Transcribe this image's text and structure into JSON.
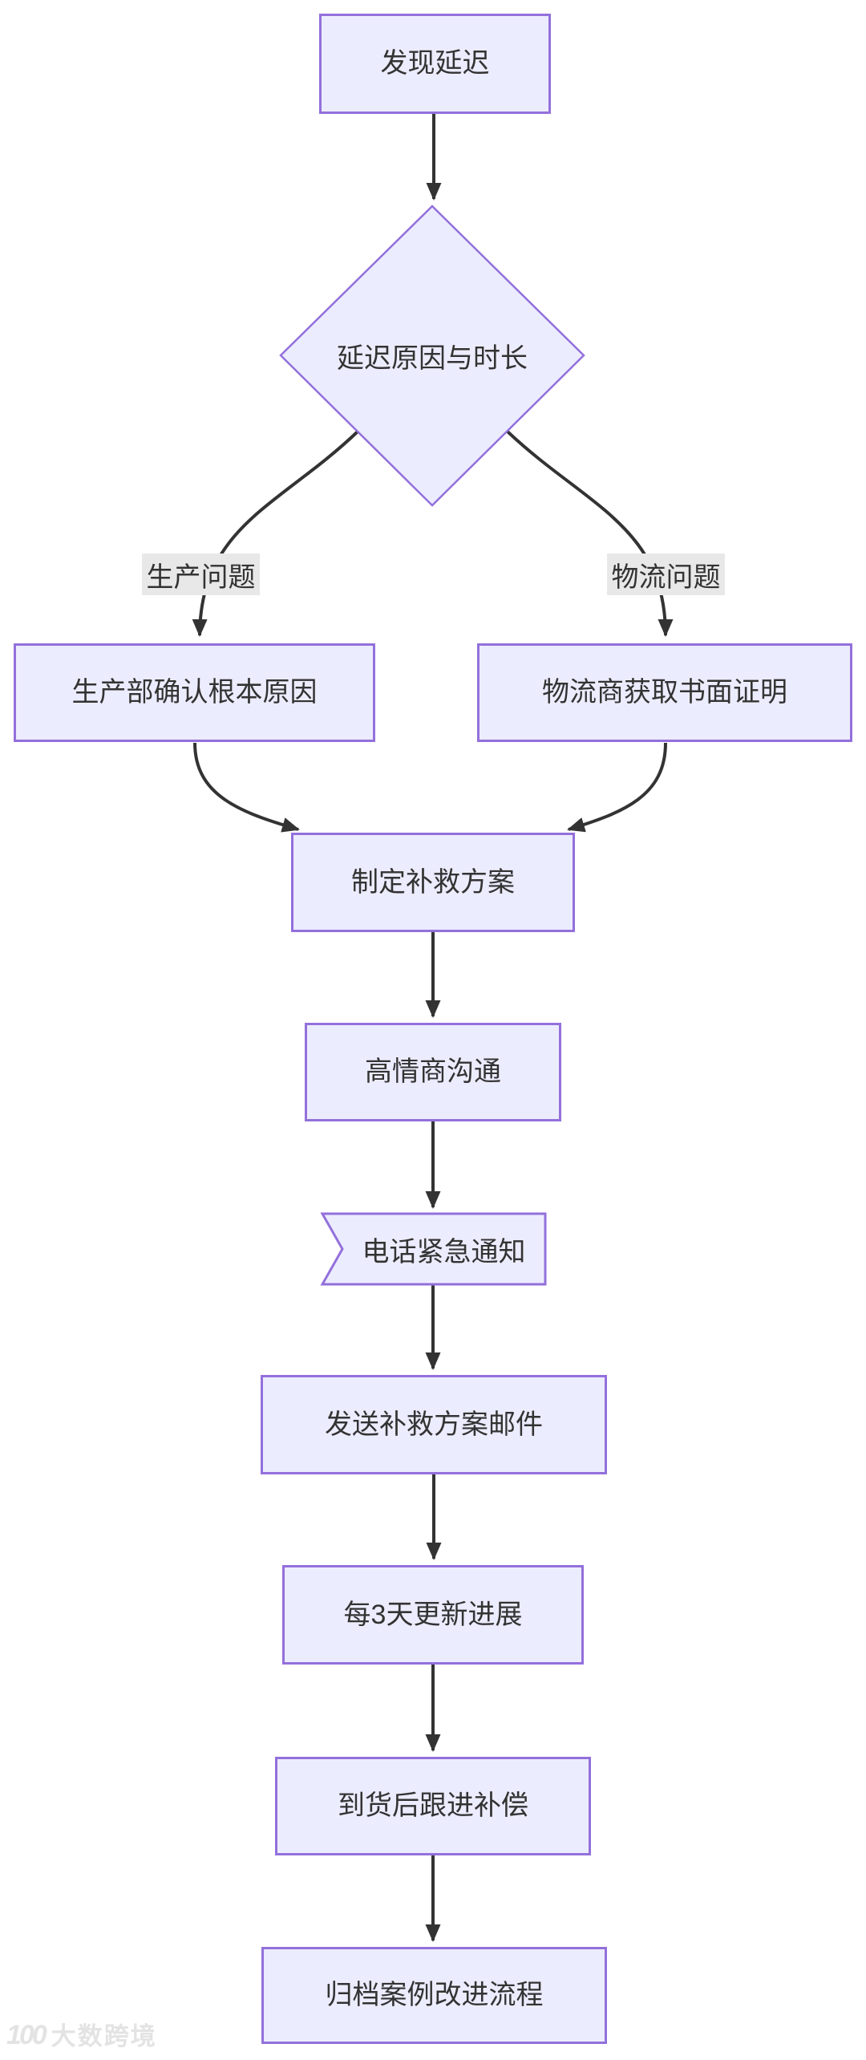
{
  "diagram": {
    "type": "flowchart",
    "direction": "top-down",
    "nodes": [
      {
        "id": "start",
        "shape": "rect",
        "label": "发现延迟"
      },
      {
        "id": "decision",
        "shape": "diamond",
        "label": "延迟原因与时长"
      },
      {
        "id": "production",
        "shape": "rect",
        "label": "生产部确认根本原因"
      },
      {
        "id": "logistics",
        "shape": "rect",
        "label": "物流商获取书面证明"
      },
      {
        "id": "plan",
        "shape": "rect",
        "label": "制定补救方案"
      },
      {
        "id": "communicate",
        "shape": "rect",
        "label": "高情商沟通"
      },
      {
        "id": "phone",
        "shape": "flag",
        "label": "电话紧急通知"
      },
      {
        "id": "email",
        "shape": "rect",
        "label": "发送补救方案邮件"
      },
      {
        "id": "update",
        "shape": "rect",
        "label": "每3天更新进展"
      },
      {
        "id": "compensate",
        "shape": "rect",
        "label": "到货后跟进补偿"
      },
      {
        "id": "archive",
        "shape": "rect",
        "label": "归档案例改进流程"
      }
    ],
    "edges": [
      {
        "from": "start",
        "to": "decision"
      },
      {
        "from": "decision",
        "to": "production",
        "label": "生产问题"
      },
      {
        "from": "decision",
        "to": "logistics",
        "label": "物流问题"
      },
      {
        "from": "production",
        "to": "plan"
      },
      {
        "from": "logistics",
        "to": "plan"
      },
      {
        "from": "plan",
        "to": "communicate"
      },
      {
        "from": "communicate",
        "to": "phone"
      },
      {
        "from": "phone",
        "to": "email"
      },
      {
        "from": "email",
        "to": "update"
      },
      {
        "from": "update",
        "to": "compensate"
      },
      {
        "from": "compensate",
        "to": "archive"
      }
    ],
    "colors": {
      "node_fill": "#ECECFF",
      "node_border": "#9370DB",
      "edge_line": "#333333",
      "edge_label_bg": "#e8e8e8",
      "text": "#333333",
      "background": "#ffffff"
    }
  },
  "watermark": {
    "logo": "100",
    "text": "大数跨境"
  }
}
